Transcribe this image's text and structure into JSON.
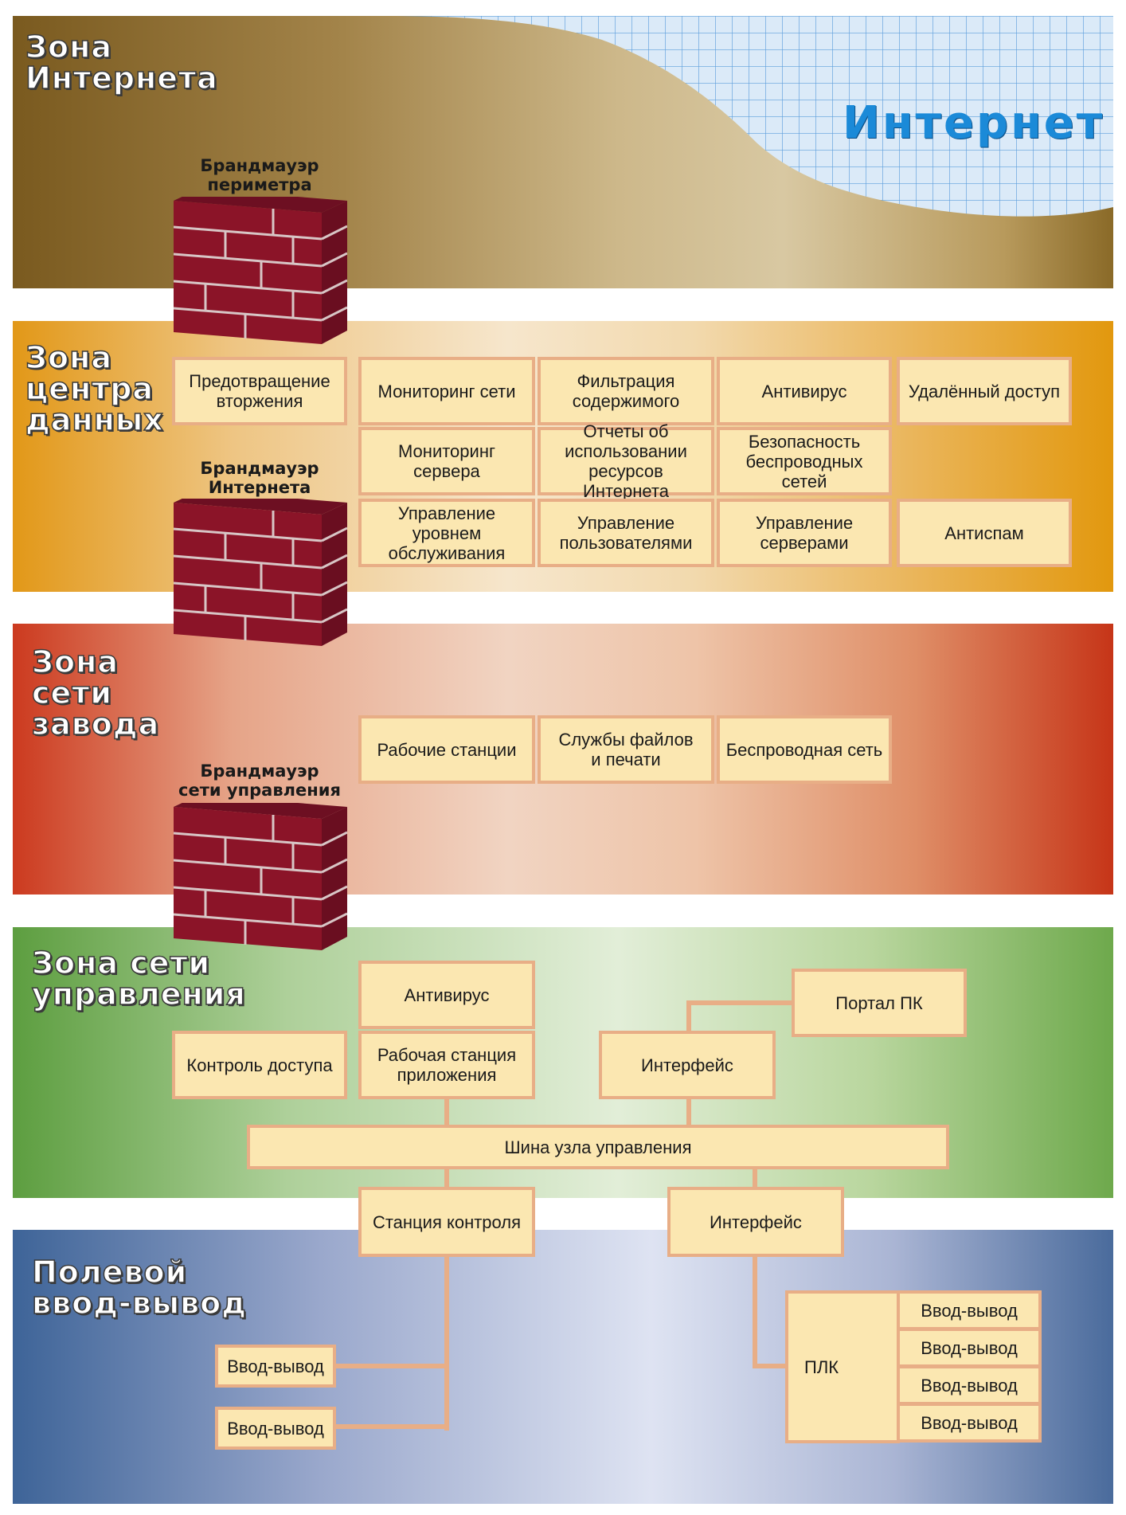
{
  "zones": {
    "internet": {
      "title": [
        "Зона",
        "Интернета"
      ],
      "internet_label": "Интернет"
    },
    "datacenter": {
      "title": [
        "Зона",
        "центра",
        "данных"
      ]
    },
    "plant": {
      "title": [
        "Зона",
        "сети",
        "завода"
      ]
    },
    "control": {
      "title": [
        "Зона сети",
        "управления"
      ]
    },
    "field": {
      "title": [
        "Полевой",
        "ввод-вывод"
      ]
    }
  },
  "firewalls": {
    "perimeter": [
      "Брандмауэр",
      "периметра"
    ],
    "internet": [
      "Брандмауэр",
      "Интернета"
    ],
    "control": [
      "Брандмауэр",
      "сети управления"
    ]
  },
  "datacenter_services": {
    "intrusion": [
      "Предотвращение",
      "вторжения"
    ],
    "net_monitor": [
      "Мониторинг сети"
    ],
    "content_filter": [
      "Фильтрация",
      "содержимого"
    ],
    "antivirus": [
      "Антивирус"
    ],
    "remote": [
      "Удалённый доступ"
    ],
    "server_monitor": [
      "Мониторинг",
      "сервера"
    ],
    "reports": [
      "Отчеты об",
      "использовании",
      "ресурсов Интернета"
    ],
    "wireless_sec": [
      "Безопасность",
      "беспроводных",
      "сетей"
    ],
    "service_level": [
      "Управление",
      "уровнем",
      "обслуживания"
    ],
    "user_mgmt": [
      "Управление",
      "пользователями"
    ],
    "server_mgmt": [
      "Управление",
      "серверами"
    ],
    "antispam": [
      "Антиспам"
    ]
  },
  "plant_services": {
    "workstations": [
      "Рабочие станции"
    ],
    "file_print": [
      "Службы файлов",
      "и печати"
    ],
    "wireless": [
      "Беспроводная сеть"
    ]
  },
  "control_nodes": {
    "antivirus": [
      "Антивирус"
    ],
    "access": [
      "Контроль доступа"
    ],
    "app_ws": [
      "Рабочая станция",
      "приложения"
    ],
    "portal": [
      "Портал ПК"
    ],
    "interface1": [
      "Интерфейс"
    ],
    "bus": [
      "Шина узла управления"
    ],
    "control_station": [
      "Станция контроля"
    ],
    "interface2": [
      "Интерфейс"
    ]
  },
  "field_nodes": {
    "io1": "Ввод-вывод",
    "io2": "Ввод-вывод",
    "plc": "ПЛК",
    "plc_io": [
      "Ввод-вывод",
      "Ввод-вывод",
      "Ввод-вывод",
      "Ввод-вывод"
    ]
  },
  "colors": {
    "box_fill": "#fbe7b1",
    "box_border": "#e8ae86",
    "brick": "#8b1428",
    "internet_text": "#1b8ad8"
  }
}
